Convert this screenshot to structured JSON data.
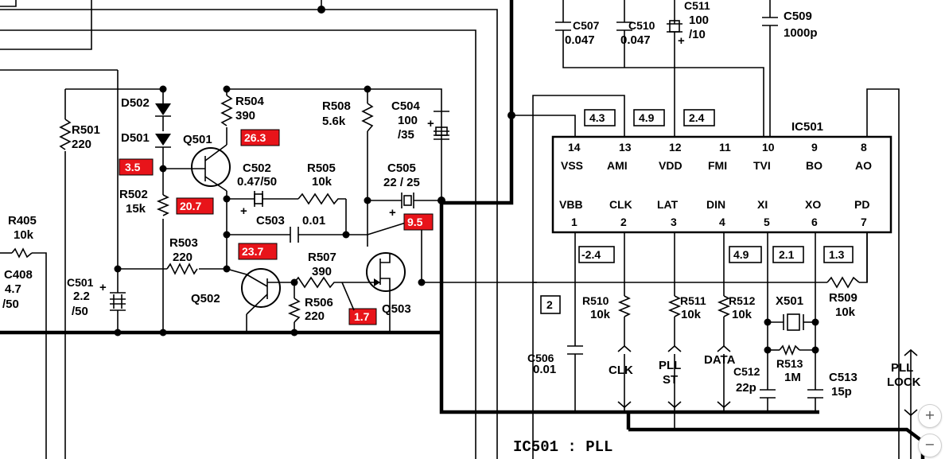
{
  "title": "IC501 : PLL",
  "ic": {
    "name": "IC501",
    "top_pins": [
      {
        "num": "14",
        "name": "VSS"
      },
      {
        "num": "13",
        "name": "AMI"
      },
      {
        "num": "12",
        "name": "VDD"
      },
      {
        "num": "11",
        "name": "FMI"
      },
      {
        "num": "10",
        "name": "TVI"
      },
      {
        "num": "9",
        "name": "BO"
      },
      {
        "num": "8",
        "name": "AO"
      }
    ],
    "bottom_pins": [
      {
        "num": "1",
        "name": "VBB"
      },
      {
        "num": "2",
        "name": "CLK"
      },
      {
        "num": "3",
        "name": "LAT"
      },
      {
        "num": "4",
        "name": "DIN"
      },
      {
        "num": "5",
        "name": "XI"
      },
      {
        "num": "6",
        "name": "XO"
      },
      {
        "num": "7",
        "name": "PD"
      }
    ]
  },
  "components": {
    "r501": [
      "R501",
      "220"
    ],
    "r502": [
      "R502",
      "15k"
    ],
    "r503": [
      "R503",
      "220"
    ],
    "r504": [
      "R504",
      "390"
    ],
    "r505": [
      "R505",
      "10k"
    ],
    "r506": [
      "R506",
      "220"
    ],
    "r507": [
      "R507",
      "390"
    ],
    "r508": [
      "R508",
      "5.6k"
    ],
    "r509": [
      "R509",
      "10k"
    ],
    "r510": [
      "R510",
      "10k"
    ],
    "r511": [
      "R511",
      "10k"
    ],
    "r512": [
      "R512",
      "10k"
    ],
    "r513": [
      "R513",
      "1M"
    ],
    "r405": [
      "R405",
      "10k"
    ],
    "c408": [
      "C408",
      "4.7",
      "/50"
    ],
    "c501": [
      "C501",
      "2.2",
      "/50"
    ],
    "c502": [
      "C502",
      "0.47/50"
    ],
    "c503": [
      "C503",
      "0.01"
    ],
    "c504": [
      "C504",
      "100",
      "/35"
    ],
    "c505": [
      "C505",
      "22 / 25"
    ],
    "c506": [
      "C506",
      "0.01"
    ],
    "c507": [
      "C507",
      "0.047"
    ],
    "c509": [
      "C509",
      "1000p"
    ],
    "c510": [
      "C510",
      "0.047"
    ],
    "c511": [
      "C511",
      "100",
      "/10"
    ],
    "c512": [
      "C512",
      "22p"
    ],
    "c513": [
      "C513",
      "15p"
    ],
    "d501": "D501",
    "d502": "D502",
    "q501": "Q501",
    "q502": "Q502",
    "q503": "Q503",
    "x501": "X501"
  },
  "voltages_red": [
    "3.5",
    "26.3",
    "20.7",
    "23.7",
    "9.5",
    "1.7"
  ],
  "voltages_boxed": [
    "4.3",
    "4.9",
    "2.4",
    "-2.4",
    "4.9",
    "2.1",
    "1.3",
    "2"
  ],
  "signals": {
    "clk": "CLK",
    "pll_st": [
      "PLL",
      "ST"
    ],
    "data": "DATA",
    "pll_lock": [
      "PLL",
      "LOCK"
    ]
  },
  "zoom": {
    "plus": "+",
    "minus": "−"
  }
}
